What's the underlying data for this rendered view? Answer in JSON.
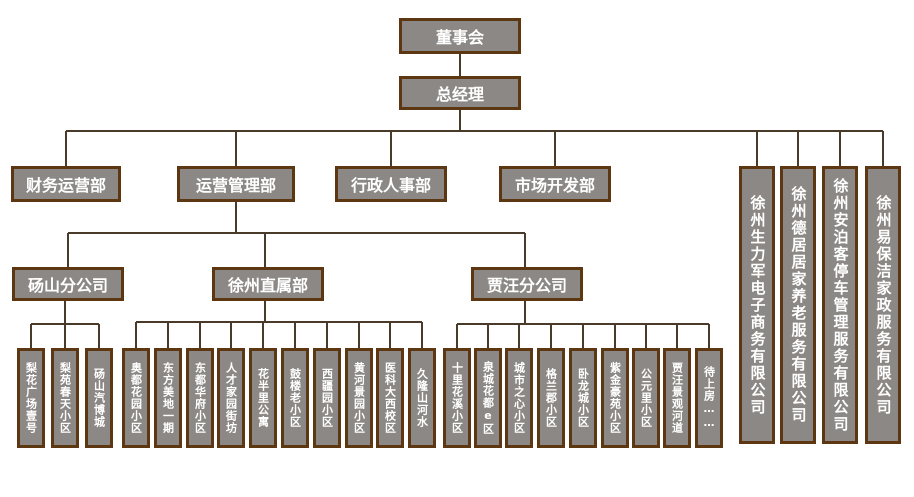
{
  "org": {
    "board": "董事会",
    "gm": "总经理",
    "departments": [
      "财务运营部",
      "运营管理部",
      "行政人事部",
      "市场开发部"
    ],
    "companies": [
      "徐州生力军电子商务有限公司",
      "徐州德居居家养老服务有限公司",
      "徐州安泊客停车管理服务有限公司",
      "徐州易保洁家政服务有限公司"
    ],
    "branches": [
      "砀山分公司",
      "徐州直属部",
      "贾汪分公司"
    ],
    "dangshan_sites": [
      "梨花广场壹号",
      "梨苑春天小区",
      "砀山汽博城"
    ],
    "xuzhou_sites": [
      "奥都花园小区",
      "东方美地一期",
      "东都华府小区",
      "人才家园街坊",
      "花半里公寓",
      "鼓楼老小区",
      "西疆园小区",
      "黄河景园小区",
      "医科大西校区",
      "久隆山河水"
    ],
    "jiawang_sites": [
      "十里花溪小区",
      "泉城花都e区",
      "城市之心小区",
      "格兰郡小区",
      "卧龙城小区",
      "紫金豪苑小区",
      "公元里小区",
      "贾汪景观河道",
      "待上房……"
    ]
  }
}
